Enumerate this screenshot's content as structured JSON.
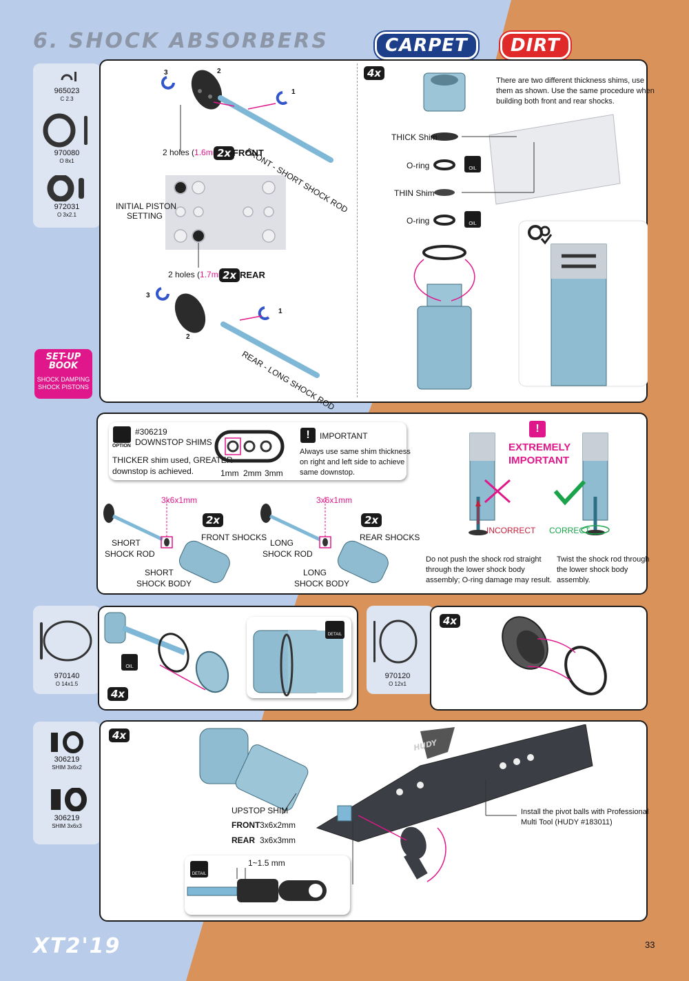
{
  "header": {
    "title": "6. SHOCK ABSORBERS",
    "tag_carpet": "CARPET",
    "tag_dirt": "DIRT"
  },
  "parts_top": [
    {
      "code": "965023",
      "spec": "C 2.3"
    },
    {
      "code": "970080",
      "spec": "O 8x1"
    },
    {
      "code": "972031",
      "spec": "O 3x2.1"
    }
  ],
  "setup_book": {
    "line1": "SET-UP",
    "line2": "BOOK",
    "line3": "SHOCK DAMPING",
    "line4": "SHOCK PISTONS"
  },
  "piston": {
    "front_holes_prefix": "2 holes (",
    "front_holes_value": "1.6mm",
    "holes_suffix": ")",
    "front_qty": "2x",
    "front_label": "FRONT",
    "rear_holes_prefix": "2 holes (",
    "rear_holes_value": "1.7mm",
    "rear_qty": "2x",
    "rear_label": "REAR",
    "initial_line1": "INITIAL PISTON",
    "initial_line2": "SETTING",
    "front_rod": "FRONT - SHORT SHOCK ROD",
    "rear_rod": "REAR - LONG SHOCK ROD",
    "n1": "1",
    "n2": "2",
    "n3": "3"
  },
  "shims_panel": {
    "qty": "4x",
    "note_line1": "There are two different thickness shims, use",
    "note_line2": "them as shown. Use the same procedure when",
    "note_line3": "building both front and rear shocks.",
    "thick": "THICK Shim",
    "oring1": "O-ring",
    "thin": "THIN Shim",
    "oring2": "O-ring",
    "oil": "OIL"
  },
  "downstop": {
    "option": "OPTION",
    "part": "#306219",
    "name": "DOWNSTOP SHIMS",
    "desc_line1": "THICKER shim used, GREATER",
    "desc_line2": "downstop is achieved.",
    "sizes": [
      "1mm",
      "2mm",
      "3mm"
    ],
    "important_title": "IMPORTANT",
    "imp_line1": "Always use same shim thickness",
    "imp_line2": "on right and left side to achieve",
    "imp_line3": "same downstop.",
    "shim_size": "3x6x1mm",
    "front_qty": "2x",
    "front_label": "FRONT SHOCKS",
    "short_rod_1": "SHORT",
    "short_rod_2": "SHOCK ROD",
    "short_body_1": "SHORT",
    "short_body_2": "SHOCK BODY",
    "rear_qty": "2x",
    "rear_label": "REAR SHOCKS",
    "long_rod_1": "LONG",
    "long_rod_2": "SHOCK ROD",
    "long_body_1": "LONG",
    "long_body_2": "SHOCK BODY",
    "extreme_1": "EXTREMELY",
    "extreme_2": "IMPORTANT",
    "incorrect": "INCORRECT",
    "correct": "CORRECT",
    "wrong_1": "Do not push the shock rod straight",
    "wrong_2": "through the lower shock body",
    "wrong_3": "assembly; O-ring damage may result.",
    "right_1": "Twist the shock rod through",
    "right_2": "the lower shock body",
    "right_3": "assembly."
  },
  "parts_mid": [
    {
      "code": "970140",
      "spec": "O 14x1.5"
    },
    {
      "code": "970120",
      "spec": "O 12x1"
    }
  ],
  "oring_panel": {
    "qty": "4x",
    "oil": "OIL",
    "detail": "DETAIL"
  },
  "cap_panel": {
    "qty": "4x"
  },
  "parts_bottom": [
    {
      "code": "306219",
      "spec": "SHIM 3x6x2"
    },
    {
      "code": "306219",
      "spec": "SHIM 3x6x3"
    }
  ],
  "ball_panel": {
    "qty": "4x",
    "upstop": "UPSTOP SHIM",
    "front": "FRONT",
    "front_val": "3x6x2mm",
    "rear": "REAR",
    "rear_val": "3x6x3mm",
    "install_1": "Install the pivot balls with Professional",
    "install_2": "Multi Tool (HUDY #183011)",
    "gap": "1~1.5 mm",
    "detail": "DETAIL",
    "brand": "HUDY"
  },
  "footer": {
    "logo": "XT2'19",
    "page": "33"
  }
}
